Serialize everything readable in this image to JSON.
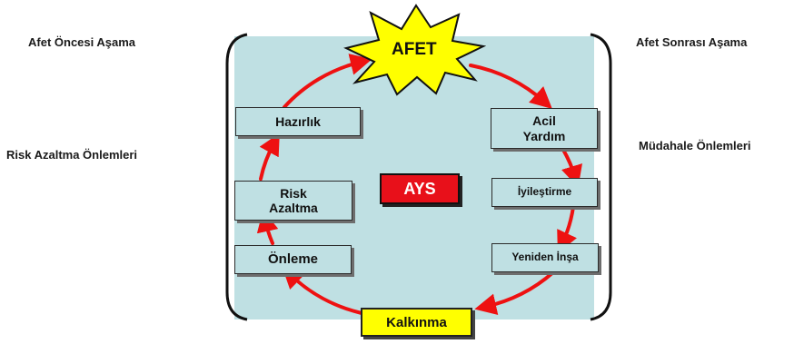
{
  "labels": {
    "pre_phase": "Afet Öncesi Aşama",
    "post_phase": "Afet Sonrası Aşama",
    "risk_measures": "Risk Azaltma Önlemleri",
    "response_measures": "Müdahale Önlemleri"
  },
  "center": {
    "ays": "AYS"
  },
  "top": {
    "afet": "AFET"
  },
  "bottom": {
    "kalkinma": "Kalkınma"
  },
  "left_steps": {
    "hazirlik": "Hazırlık",
    "risk_line1": "Risk",
    "risk_line2": "Azaltma",
    "onleme": "Önleme"
  },
  "right_steps": {
    "acil_line1": "Acil",
    "acil_line2": "Yardım",
    "iyilestirme": "İyileştirme",
    "yeniden_insa": "Yeniden İnşa"
  },
  "colors": {
    "panel": "#bfe0e3",
    "arrow": "#ee1111",
    "starburst": "#ffff00",
    "ays_box": "#e8101a",
    "kalkinma_box": "#ffff00"
  }
}
